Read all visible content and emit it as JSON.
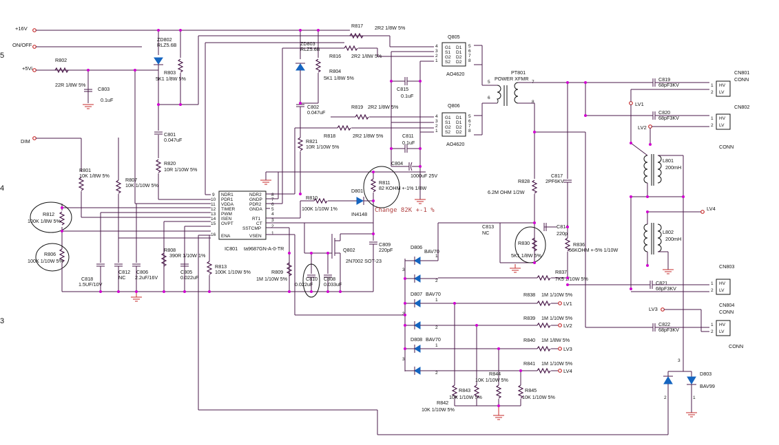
{
  "edge_marks": [
    "5",
    "4",
    "3"
  ],
  "nets": {
    "p16v": "+16V",
    "onoff": "ON/OFF",
    "p5vi": "+5Vi",
    "dim": "DIM",
    "lv1": "LV1",
    "lv2": "LV2",
    "lv3": "LV3",
    "lv4": "LV4",
    "lv1b": "LV1",
    "lv2b": "LV2",
    "lv3b": "LV3",
    "lv4b": "LV4"
  },
  "ic": {
    "ref": "IC801",
    "part": "ta9687GN-A-0-TR",
    "left_pins": [
      {
        "num": "9",
        "name": "NDR1"
      },
      {
        "num": "10",
        "name": "PDR1"
      },
      {
        "num": "11",
        "name": "VDDA"
      },
      {
        "num": "12",
        "name": "TIMER"
      },
      {
        "num": "13",
        "name": "PWM"
      },
      {
        "num": "14",
        "name": "ISEN"
      },
      {
        "num": "15",
        "name": "OVPT"
      },
      {
        "num": "16",
        "name": "ENA"
      }
    ],
    "right_pins": [
      {
        "num": "8",
        "name": "NDR2"
      },
      {
        "num": "7",
        "name": "GNDP"
      },
      {
        "num": "6",
        "name": "PDR2"
      },
      {
        "num": "5",
        "name": "GNDA"
      },
      {
        "num": "4",
        "name": "RT1"
      },
      {
        "num": "3",
        "name": "CT"
      },
      {
        "num": "2",
        "name": "SSTCMP"
      },
      {
        "num": "1",
        "name": "VSEN"
      }
    ]
  },
  "mosfets": [
    {
      "ref": "Q805",
      "part": "AO4620",
      "pins_left": [
        "G1",
        "S1",
        "G2",
        "S2"
      ],
      "nums_left": [
        "4",
        "3",
        "2",
        "1"
      ],
      "pins_right": [
        "D1",
        "D1",
        "D2",
        "D2"
      ],
      "nums_right": [
        "5",
        "6",
        "7",
        "8"
      ]
    },
    {
      "ref": "Q806",
      "part": "AO4620",
      "pins_left": [
        "G1",
        "S1",
        "G2",
        "S2"
      ],
      "nums_left": [
        "4",
        "3",
        "2",
        "1"
      ],
      "pins_right": [
        "D1",
        "D1",
        "D2",
        "D2"
      ],
      "nums_right": [
        "5",
        "6",
        "7",
        "8"
      ]
    }
  ],
  "transformer": {
    "ref": "PT801",
    "label": "POWER XFMR",
    "pins": [
      "5",
      "6",
      "7",
      "8"
    ]
  },
  "q802": {
    "ref": "Q802",
    "part": "2N7002 SOT-23"
  },
  "components": {
    "zd802": [
      "ZD802",
      "RLZ5.6B"
    ],
    "zd803": [
      "ZD803",
      "RLZ5.6B"
    ],
    "r802": [
      "R802",
      "22R 1/8W 5%"
    ],
    "c803": [
      "C803",
      "0.1uF"
    ],
    "r803": [
      "R803",
      "5K1 1/8W 5%"
    ],
    "r817": [
      "R817",
      "2R2 1/8W 5%"
    ],
    "r816": [
      "R816",
      "2R2 1/8W 5%"
    ],
    "r804": [
      "R804",
      "5K1 1/8W 5%"
    ],
    "c802": [
      "C802",
      "0.047uF"
    ],
    "c815": [
      "C815",
      "0.1uF"
    ],
    "r819": [
      "R819",
      "2R2 1/8W 5%"
    ],
    "r818": [
      "R818",
      "2R2 1/8W 5%"
    ],
    "c811": [
      "C811",
      "0.1uF"
    ],
    "c801": [
      "C801",
      "0.047uF"
    ],
    "r820": [
      "R820",
      "10R 1/10W 5%"
    ],
    "r821": [
      "R821",
      "10R 1/10W 5%"
    ],
    "c804": [
      "C804",
      "1000uF 25V"
    ],
    "r801": [
      "R801",
      "10K 1/8W 5%"
    ],
    "r807": [
      "R807",
      "10K 1/10W 5%"
    ],
    "r811": [
      "R811",
      "82 KOHM +-1% 1/8W"
    ],
    "d801": [
      "D801",
      "IN4148"
    ],
    "r810": [
      "R810",
      "100K 1/10W 1%"
    ],
    "r812": [
      "R812",
      "100K 1/8W 5%"
    ],
    "r806": [
      "R806",
      "100K 1/10W 5%"
    ],
    "c818": [
      "C818",
      "1.5UF/10V"
    ],
    "c812": [
      "C812",
      "NC"
    ],
    "c806": [
      "C806",
      "2.2uF/16V"
    ],
    "r808": [
      "R808",
      "390R 1/10W 1%"
    ],
    "c805": [
      "C805",
      "0.022uF"
    ],
    "r813": [
      "R813",
      "100K 1/10W 5%"
    ],
    "r809": [
      "R809",
      "1M 1/10W 5%"
    ],
    "c810": [
      "C810",
      "0.022uF"
    ],
    "c808": [
      "C808",
      "0.033uF"
    ],
    "c809": [
      "C809",
      "220pF"
    ],
    "c819": [
      "C819",
      "68pF3KV"
    ],
    "c820": [
      "C820",
      "68pF3KV"
    ],
    "c821": [
      "C821",
      "68pF3KV"
    ],
    "c822": [
      "C822",
      "68pF3KV"
    ],
    "l801": [
      "L801",
      "200mH"
    ],
    "l802": [
      "L802",
      "200mH"
    ],
    "r828": [
      "R828",
      "6.2M OHM 1/2W"
    ],
    "c817": [
      "C817",
      "2PF6KV"
    ],
    "c813": [
      "C813",
      "NC"
    ],
    "c814": [
      "C814",
      "220p"
    ],
    "r830": [
      "R830",
      "5K1 1/8W 5%"
    ],
    "r836": [
      "R836",
      "56KOHM +-5% 1/10W"
    ],
    "r837": [
      "R837",
      "7K5 1/10W 5%"
    ],
    "d806": [
      "D806",
      "BAV70"
    ],
    "d807": [
      "D807",
      "BAV70"
    ],
    "d808": [
      "D808",
      "BAV70"
    ],
    "r838": [
      "R838",
      "1M 1/10W 5%"
    ],
    "r839": [
      "R839",
      "1M 1/10W 5%"
    ],
    "r840": [
      "R840",
      "1M 1/8W 5%"
    ],
    "r841": [
      "R841",
      "1M 1/10W 5%"
    ],
    "r843": [
      "R843",
      "10K 1/10W 5%"
    ],
    "r844": [
      "R844",
      "10K 1/10W 5%"
    ],
    "r845": [
      "R845",
      "10K 1/10W 5%"
    ],
    "r842": [
      "R842",
      "10K 1/10W 5%"
    ],
    "d803": [
      "D803",
      "BAV99"
    ]
  },
  "connectors": [
    {
      "ref": "CN801",
      "sub": "CONN",
      "hv": "HV",
      "lv": "LV",
      "p1": "1",
      "p2": "2"
    },
    {
      "ref": "CN802",
      "sub": "CONN",
      "hv": "HV",
      "lv": "LV",
      "p1": "1",
      "p2": "2"
    },
    {
      "ref": "CN803",
      "sub": "",
      "hv": "HV",
      "lv": "LV",
      "p1": "1",
      "p2": "2"
    },
    {
      "ref": "CN804",
      "sub": "CONN",
      "hv": "HV",
      "lv": "LV",
      "p1": "1",
      "p2": "2"
    }
  ],
  "extra_labels": {
    "conn_cn803_below": "CONN",
    "conn_cn804": "CONN"
  },
  "annotation": "Change 82K +-1 %",
  "pin_numbers": {
    "one": "1",
    "two": "2",
    "three": "3"
  },
  "colors": {
    "wire": "#4a1a4a",
    "node": "#d000d0",
    "terminal": "#c62828",
    "diode": "#1565c0",
    "note": "#b04040"
  }
}
